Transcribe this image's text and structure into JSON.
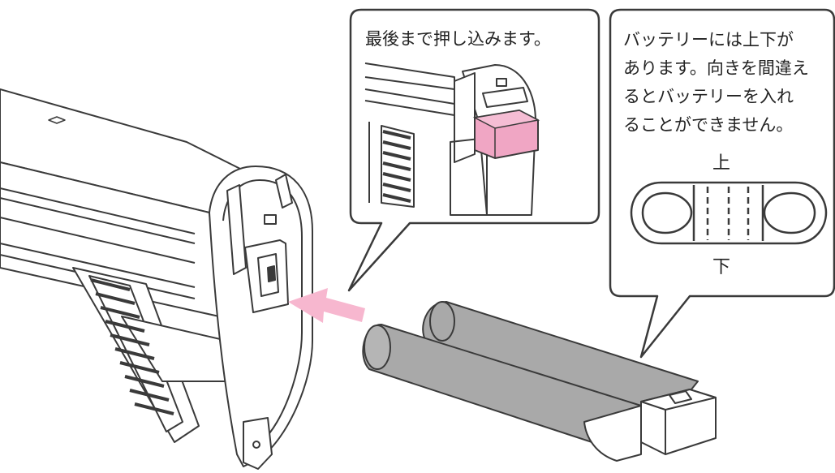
{
  "callout_push": {
    "text": "最後まで押し込みます。"
  },
  "callout_orientation": {
    "lines": [
      "バッテリーには上下が",
      "あります。向きを間違え",
      "るとバッテリーを入れ",
      "ることができません。"
    ],
    "label_top": "上",
    "label_bottom": "下"
  },
  "colors": {
    "outline": "#3a3a3a",
    "battery_fill": "#a9a9a9",
    "battery_shade": "#8d8d8d",
    "highlight_pink": "#f0a6c4",
    "arrow_pink": "#f7b7cf"
  }
}
